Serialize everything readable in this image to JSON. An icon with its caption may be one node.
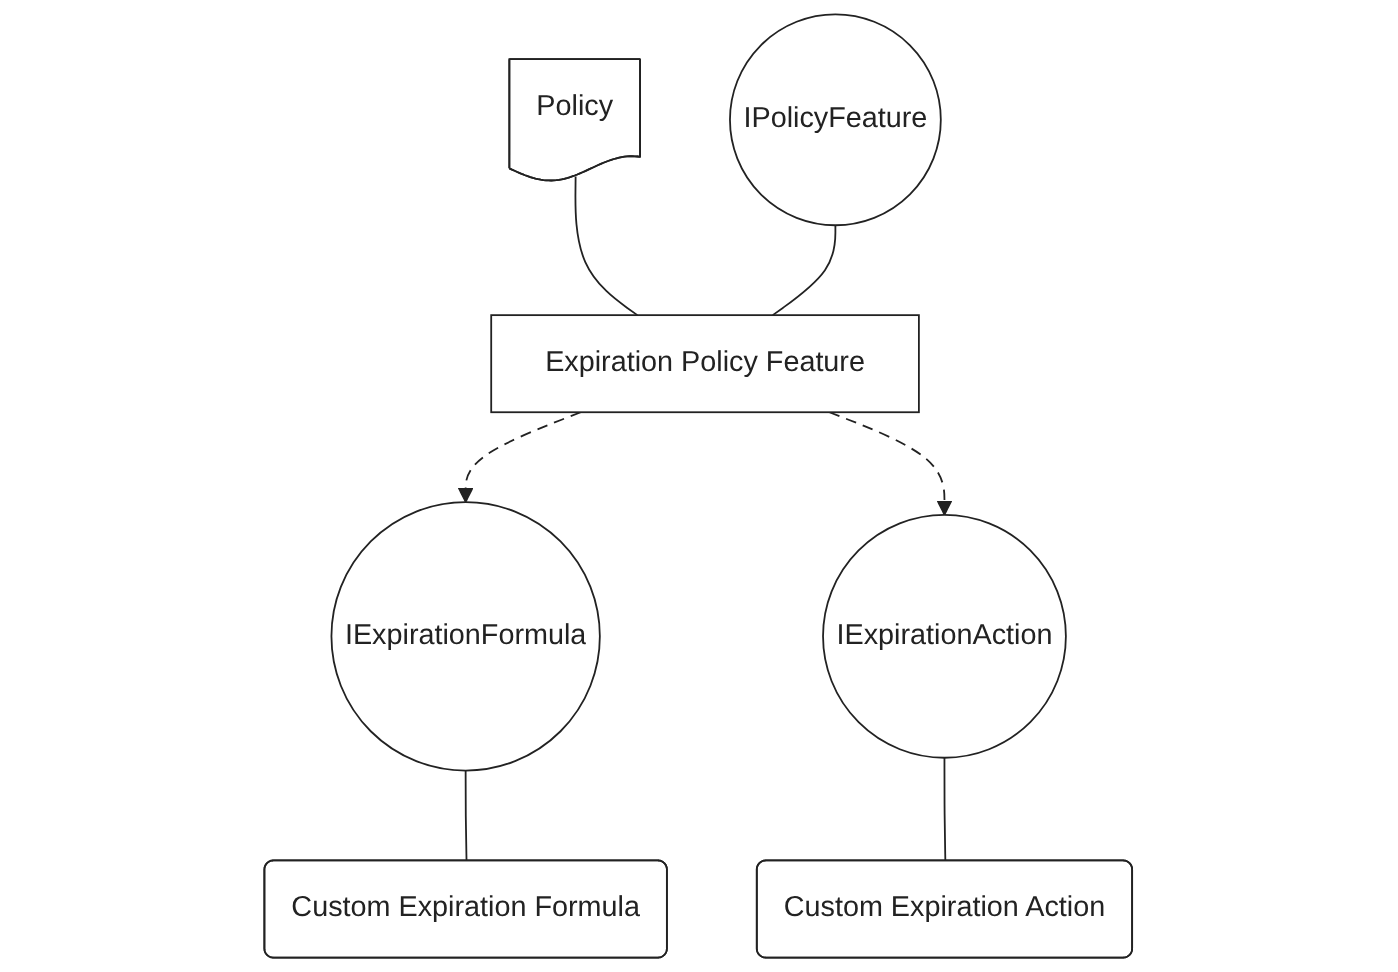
{
  "diagram": {
    "nodes": [
      {
        "text": [
          "Policy"
        ]
      },
      {
        "text": [
          "Expiration Policy Feature"
        ]
      },
      {
        "text": [
          "IPolicyFeature"
        ]
      },
      {
        "text": [
          "IExpirationFormula"
        ]
      },
      {
        "text": [
          "IExpirationAction"
        ]
      },
      {
        "text": [
          "Custom Expiration Formula"
        ]
      },
      {
        "text": [
          "Custom Expiration Action"
        ]
      }
    ],
    "edges": [
      {
        "from": 0,
        "to": 1,
        "arrow": "none"
      },
      {
        "from": 2,
        "to": 1,
        "arrow": "none"
      },
      {
        "from": 1,
        "to": 3,
        "arrow": "to",
        "style": "dashed"
      },
      {
        "from": 1,
        "to": 4,
        "arrow": "to",
        "style": "dashed"
      },
      {
        "from": 3,
        "to": 5,
        "arrow": "none"
      },
      {
        "from": 4,
        "to": 6,
        "arrow": "none"
      }
    ]
  }
}
